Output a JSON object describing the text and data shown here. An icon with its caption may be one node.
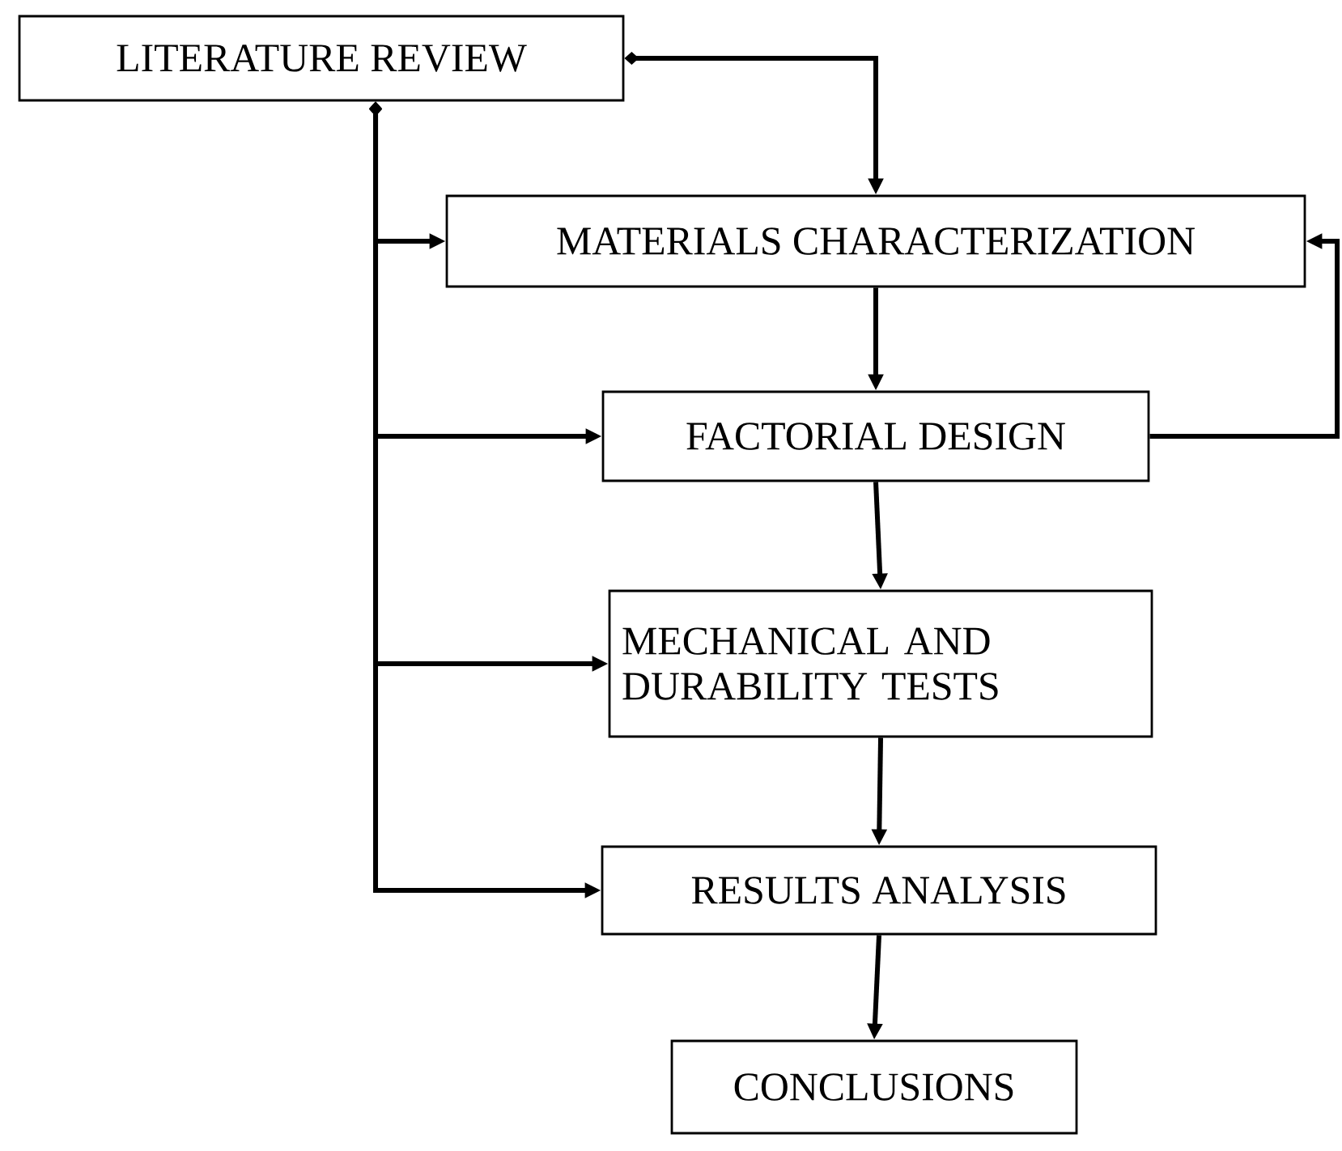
{
  "diagram": {
    "nodes": [
      {
        "text": [
          "LITERATURE REVIEW"
        ]
      },
      {
        "text": [
          "MATERIALS CHARACTERIZATION"
        ]
      },
      {
        "text": [
          "FACTORIAL DESIGN"
        ]
      },
      {
        "text": [
          "MECHANICAL AND DURABILITY TESTS"
        ]
      },
      {
        "text": [
          "RESULTS ANALYSIS"
        ]
      },
      {
        "text": [
          "CONCLUSIONS"
        ]
      }
    ],
    "edges": [
      {
        "from": 0,
        "to": 1,
        "arrow": "to"
      },
      {
        "from": 0,
        "to": 1,
        "arrow": "to"
      },
      {
        "from": 0,
        "to": 2,
        "arrow": "to"
      },
      {
        "from": 0,
        "to": 3,
        "arrow": "to"
      },
      {
        "from": 0,
        "to": 4,
        "arrow": "to"
      },
      {
        "from": 2,
        "to": 1,
        "arrow": "to"
      },
      {
        "from": 1,
        "to": 2,
        "arrow": "to"
      },
      {
        "from": 2,
        "to": 3,
        "arrow": "to"
      },
      {
        "from": 3,
        "to": 4,
        "arrow": "to"
      },
      {
        "from": 4,
        "to": 5,
        "arrow": "to"
      }
    ]
  }
}
